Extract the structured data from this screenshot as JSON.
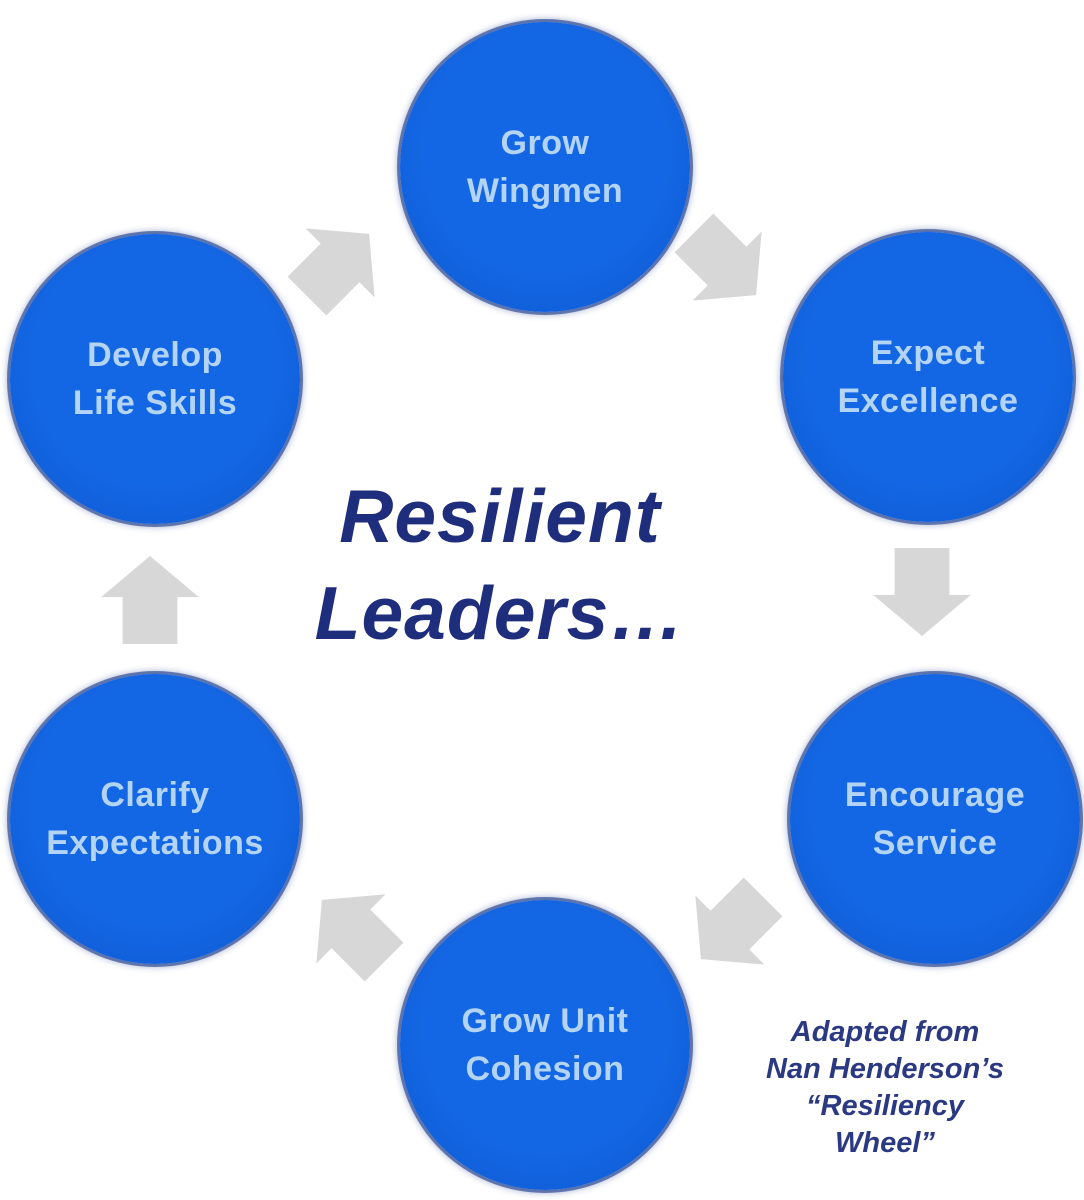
{
  "diagram": {
    "title": {
      "line1": "Resilient",
      "line2": "Leaders…"
    },
    "nodes": [
      {
        "id": "grow-wingmen",
        "position": "top",
        "lines": [
          "Grow",
          "Wingmen"
        ]
      },
      {
        "id": "expect-excellence",
        "position": "top-right",
        "lines": [
          "Expect",
          "Excellence"
        ]
      },
      {
        "id": "encourage-service",
        "position": "bottom-right",
        "lines": [
          "Encourage",
          "Service"
        ]
      },
      {
        "id": "grow-unit-cohesion",
        "position": "bottom",
        "lines": [
          "Grow Unit",
          "Cohesion"
        ]
      },
      {
        "id": "clarify-expectations",
        "position": "bottom-left",
        "lines": [
          "Clarify",
          "Expectations"
        ]
      },
      {
        "id": "develop-life-skills",
        "position": "top-left",
        "lines": [
          "Develop",
          "Life Skills"
        ]
      }
    ],
    "arrows": [
      {
        "from": "develop-life-skills",
        "to": "grow-wingmen",
        "direction": "up-right"
      },
      {
        "from": "grow-wingmen",
        "to": "expect-excellence",
        "direction": "down-right"
      },
      {
        "from": "expect-excellence",
        "to": "encourage-service",
        "direction": "down"
      },
      {
        "from": "encourage-service",
        "to": "grow-unit-cohesion",
        "direction": "down-left"
      },
      {
        "from": "grow-unit-cohesion",
        "to": "clarify-expectations",
        "direction": "up-left"
      },
      {
        "from": "clarify-expectations",
        "to": "develop-life-skills",
        "direction": "up"
      }
    ],
    "attribution": {
      "line1": "Adapted from",
      "line2": "Nan Henderson’s",
      "line3": "“Resiliency",
      "line4": "Wheel”"
    },
    "colors": {
      "node_fill": "#1164de",
      "node_rim": "#0a2f8e",
      "node_text": "#b4d4f5",
      "arrow": "#d7d7d7",
      "title_text": "#1f2d7d",
      "background": "#ffffff"
    }
  }
}
